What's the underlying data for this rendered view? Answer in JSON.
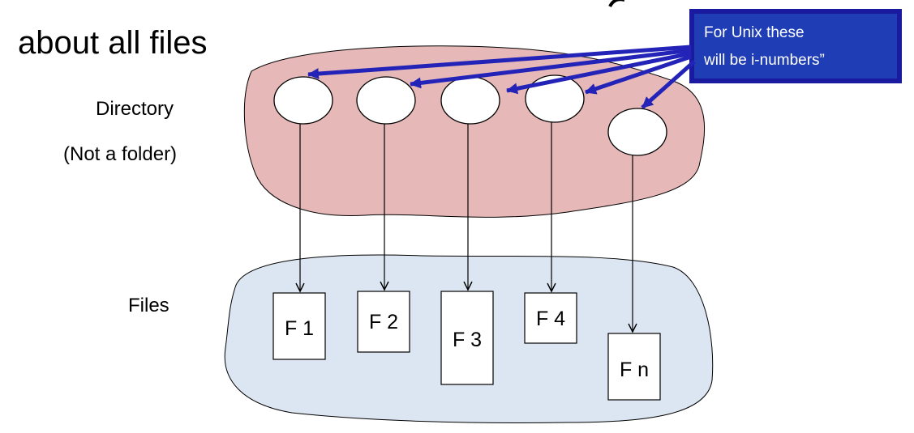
{
  "slide": {
    "title_fragment": "about all files"
  },
  "labels": {
    "directory": "Directory",
    "not_folder": "(Not a folder)",
    "files": "Files"
  },
  "callout": {
    "line1": "For Unix these",
    "line2": "will be i-numbers”"
  },
  "files": [
    {
      "label": "F 1"
    },
    {
      "label": "F 2"
    },
    {
      "label": "F 3"
    },
    {
      "label": "F 4"
    },
    {
      "label": "F n"
    }
  ],
  "colors": {
    "directory_fill": "#e6b8b8",
    "files_fill": "#dce6f2",
    "callout_fill": "#1f3eb5",
    "callout_border": "#1a1aa0",
    "arrow": "#2323b8"
  }
}
